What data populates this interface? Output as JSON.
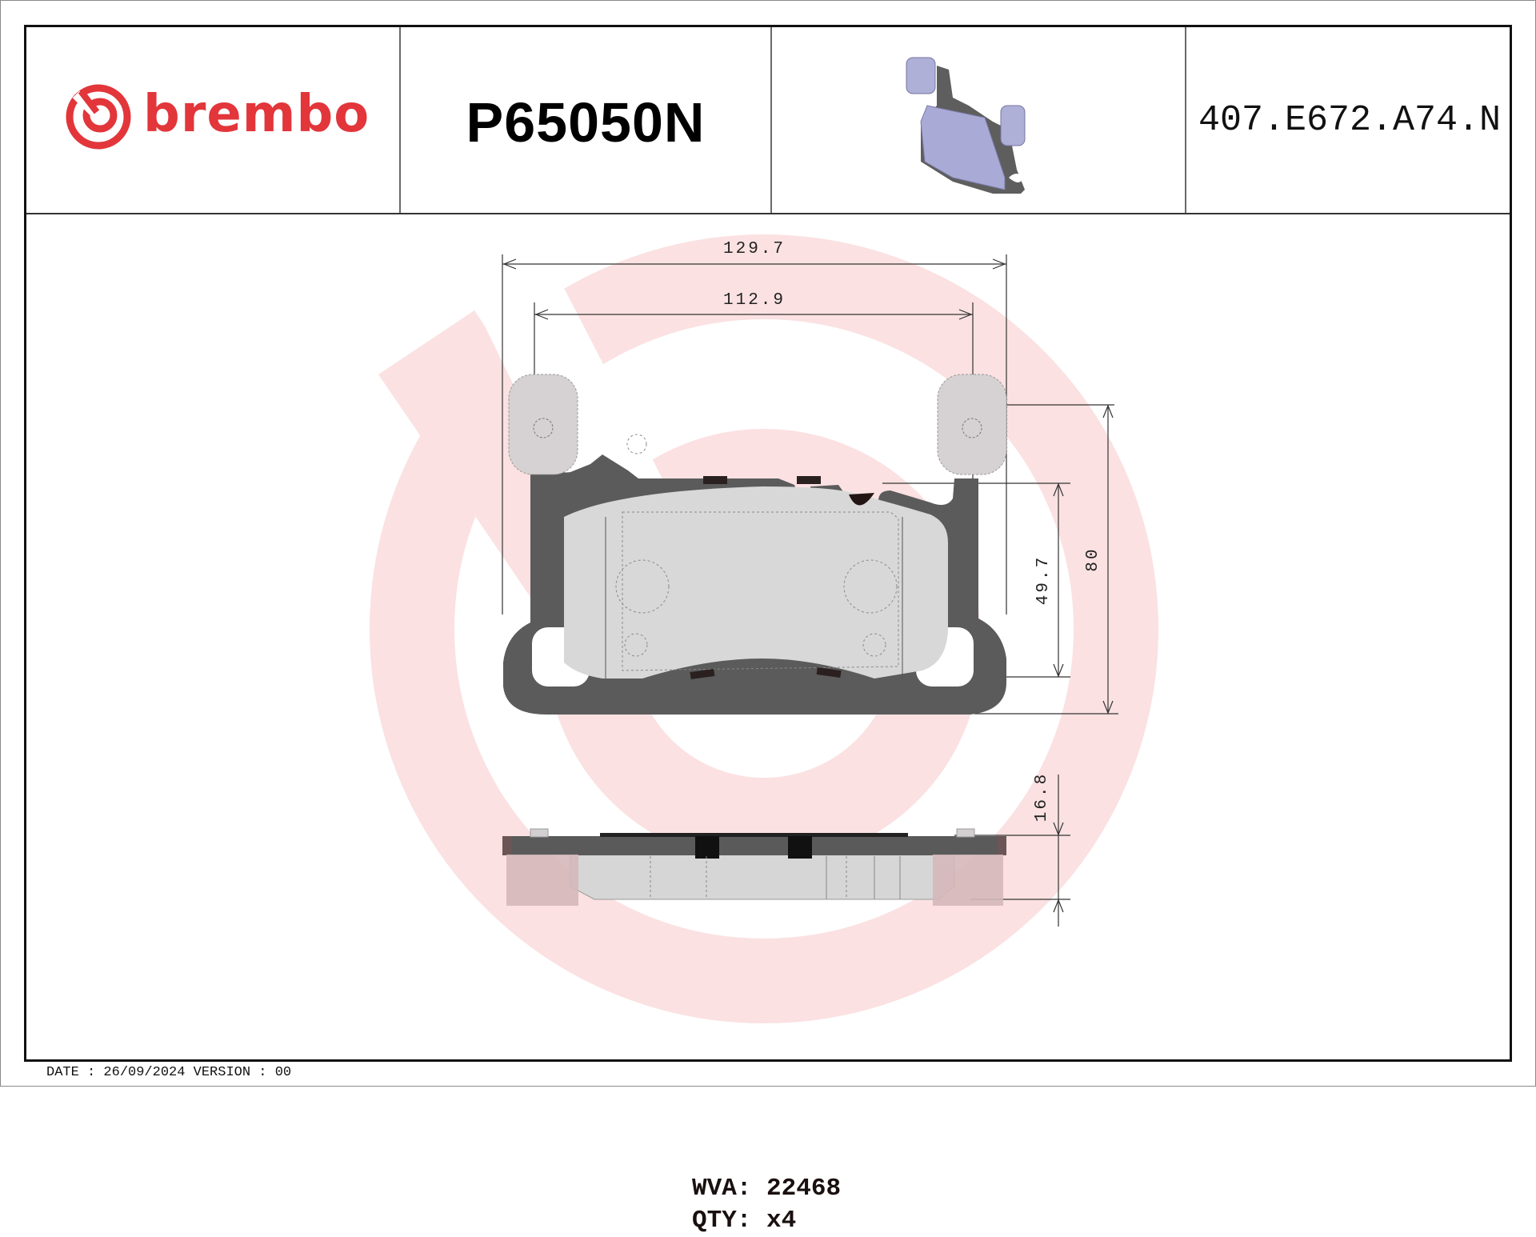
{
  "header": {
    "brand": "brembo",
    "part_number": "P65050N",
    "reference_code": "407.E672.A74.N",
    "thumbnail": "brake-pad-3d-render"
  },
  "drawing": {
    "dimensions": {
      "overall_width": "129.7",
      "inner_width": "112.9",
      "friction_height": "49.7",
      "overall_height": "80",
      "thickness": "16.8"
    },
    "watermark": "brembo-logo-watermark"
  },
  "info": {
    "wva_label": "WVA:",
    "wva_value": "22468",
    "qty_label": "QTY:",
    "qty_value": "x4"
  },
  "footer": {
    "date_label": "DATE :",
    "date_value": "26/09/2024",
    "version_label": "VERSION :",
    "version_value": "00"
  },
  "colors": {
    "brand_red": "#e2363b",
    "watermark_pink": "#fbe3e4",
    "backing_plate": "#5a5a5a",
    "friction_material": "#d9d9d9",
    "shim_overlay": "#cfb9bb",
    "thumbnail_blue": "#a9a9d6"
  }
}
